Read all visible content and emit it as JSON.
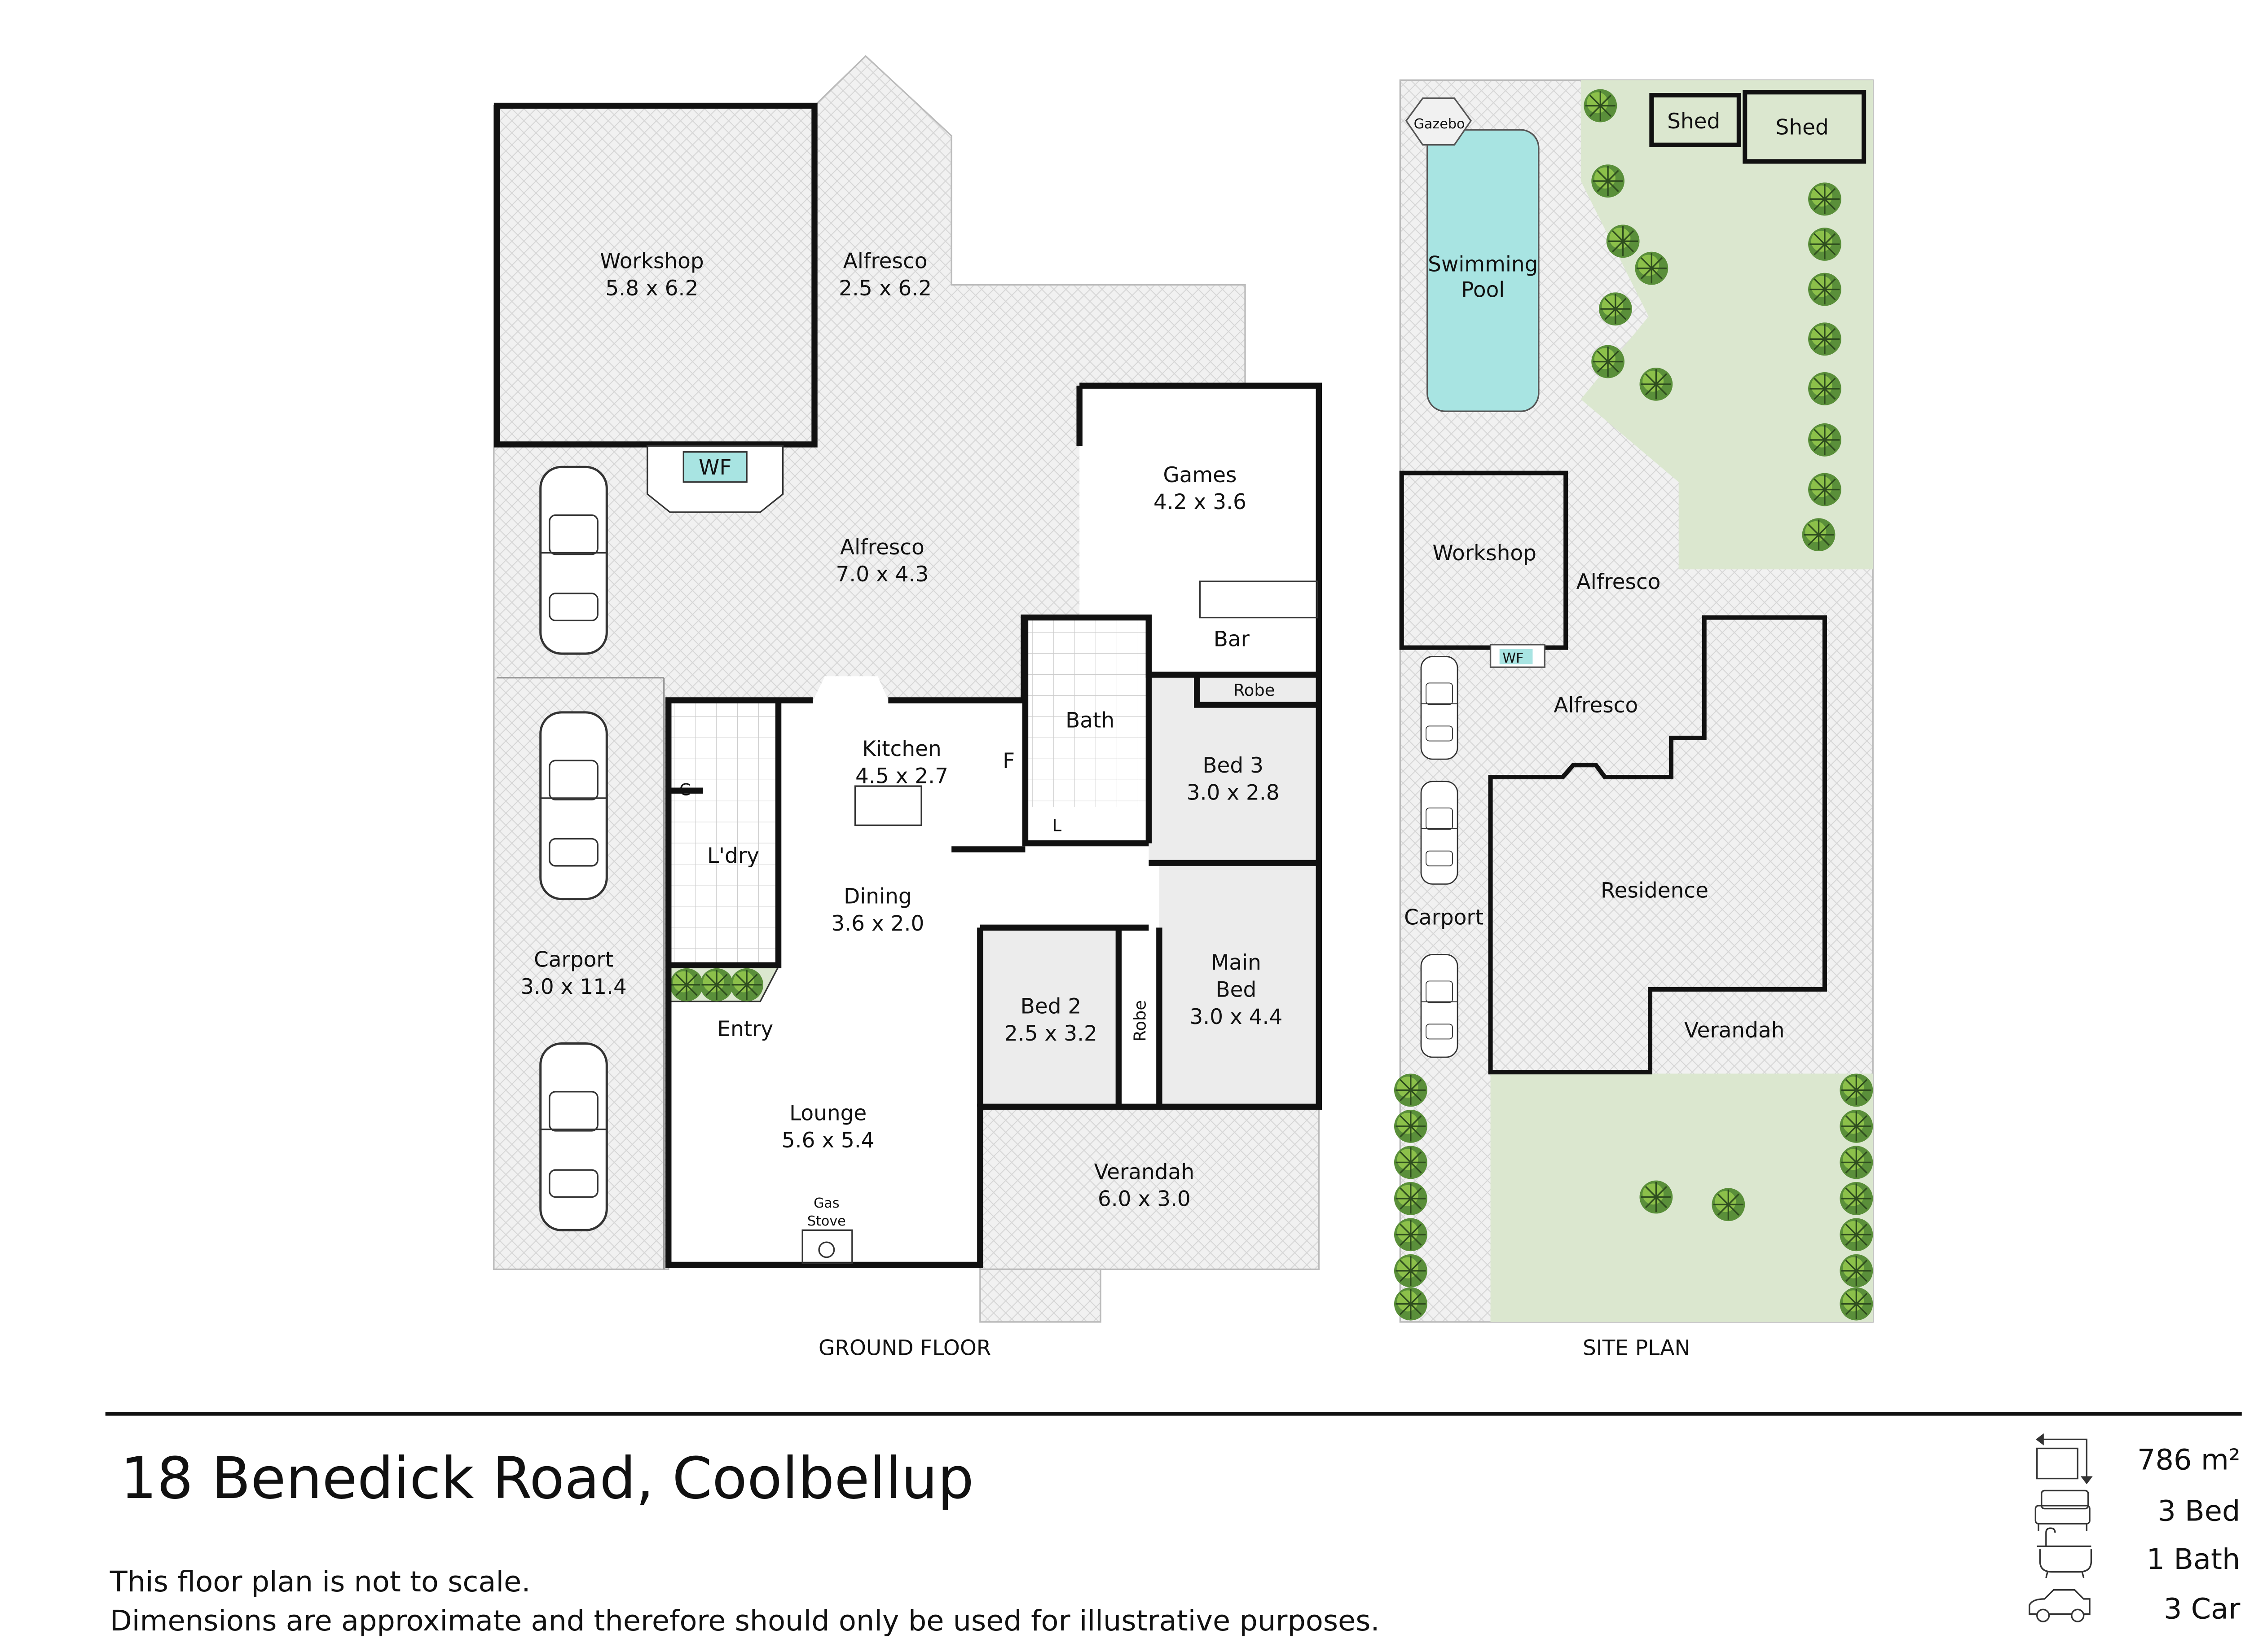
{
  "ground_floor": {
    "caption": "GROUND FLOOR",
    "rooms": {
      "workshop": {
        "name": "Workshop",
        "size": "5.8 x 6.2"
      },
      "alfresco_top": {
        "name": "Alfresco",
        "size": "2.5 x 6.2"
      },
      "alfresco_main": {
        "name": "Alfresco",
        "size": "7.0 x 4.3"
      },
      "wf": {
        "name": "WF"
      },
      "games": {
        "name": "Games",
        "size": "4.2 x 3.6"
      },
      "bar": {
        "name": "Bar"
      },
      "bath": {
        "name": "Bath"
      },
      "robe_bed3": {
        "name": "Robe"
      },
      "bed3": {
        "name": "Bed 3",
        "size": "3.0 x 2.8"
      },
      "kitchen": {
        "name": "Kitchen",
        "size": "4.5 x 2.7"
      },
      "fridge": {
        "name": "F"
      },
      "linen": {
        "name": "L"
      },
      "cupboard": {
        "name": "C"
      },
      "laundry": {
        "name": "L'dry"
      },
      "dining": {
        "name": "Dining",
        "size": "3.6 x 2.0"
      },
      "main_bed": {
        "name": "Main",
        "name2": "Bed",
        "size": "3.0 x 4.4"
      },
      "robe_main": {
        "name": "Robe"
      },
      "bed2": {
        "name": "Bed 2",
        "size": "2.5 x 3.2"
      },
      "carport": {
        "name": "Carport",
        "size": "3.0 x 11.4"
      },
      "entry": {
        "name": "Entry"
      },
      "lounge": {
        "name": "Lounge",
        "size": "5.6 x 5.4"
      },
      "gas_stove": {
        "name": "Gas",
        "name2": "Stove"
      },
      "verandah": {
        "name": "Verandah",
        "size": "6.0 x 3.0"
      }
    }
  },
  "site_plan": {
    "caption": "SITE PLAN",
    "labels": {
      "gazebo": "Gazebo",
      "shed1": "Shed",
      "shed2": "Shed",
      "pool": "Swimming",
      "pool2": "Pool",
      "workshop": "Workshop",
      "alfresco1": "Alfresco",
      "wf": "WF",
      "alfresco2": "Alfresco",
      "carport": "Carport",
      "residence": "Residence",
      "verandah": "Verandah"
    }
  },
  "footer": {
    "address": "18 Benedick Road, Coolbellup",
    "disclaimer1": "This floor plan is not to scale.",
    "disclaimer2": "Dimensions are approximate and therefore should only be used for illustrative purposes.",
    "stats": [
      {
        "icon": "land-area-icon",
        "label": "786 m²"
      },
      {
        "icon": "bed-icon",
        "label": "3 Bed"
      },
      {
        "icon": "bath-icon",
        "label": "1 Bath"
      },
      {
        "icon": "car-icon",
        "label": "3 Car"
      }
    ]
  },
  "colors": {
    "pool": "#a8e4e2",
    "lawn": "#dbe7cf",
    "bedroom": "#ececec",
    "paving": "#efefef"
  }
}
